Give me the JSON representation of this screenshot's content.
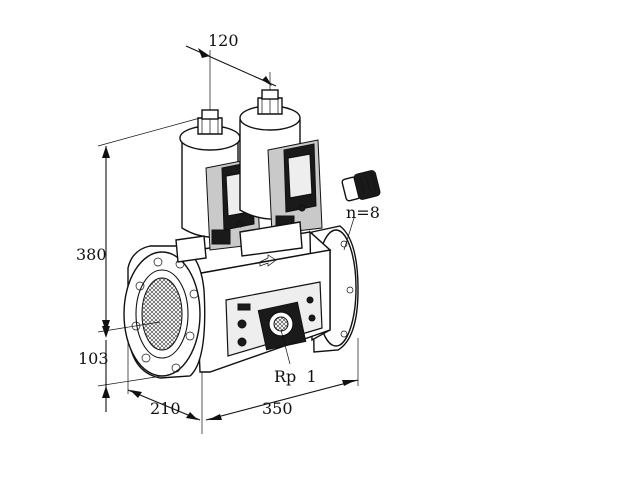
{
  "dimensions": {
    "top_width": "120",
    "height": "380",
    "flange_offset": "103",
    "depth": "210",
    "length": "350",
    "thread": "Rp  1",
    "bolt_count": "n=8"
  },
  "icons": [
    "gas-valve-drawing",
    "cable-gland-icon",
    "flow-arrow-icon"
  ]
}
